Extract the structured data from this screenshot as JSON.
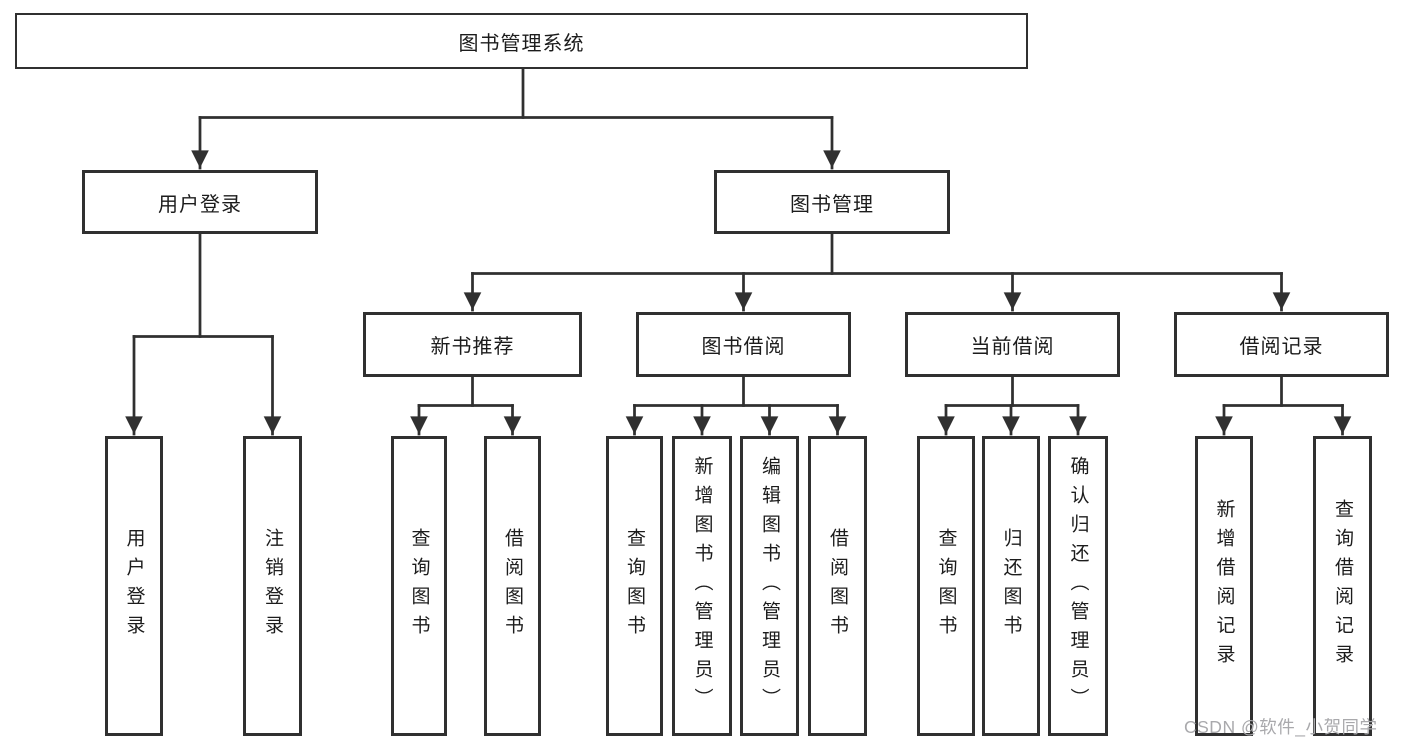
{
  "root": {
    "label": "图书管理系统"
  },
  "branches": [
    {
      "label": "用户登录",
      "children": [
        {
          "label": "用户登录"
        },
        {
          "label": "注销登录"
        }
      ]
    },
    {
      "label": "图书管理",
      "sections": [
        {
          "label": "新书推荐",
          "children": [
            {
              "label": "查询图书"
            },
            {
              "label": "借阅图书"
            }
          ]
        },
        {
          "label": "图书借阅",
          "children": [
            {
              "label": "查询图书"
            },
            {
              "label": "新增图书（管理员）"
            },
            {
              "label": "编辑图书（管理员）"
            },
            {
              "label": "借阅图书"
            }
          ]
        },
        {
          "label": "当前借阅",
          "children": [
            {
              "label": "查询图书"
            },
            {
              "label": "归还图书"
            },
            {
              "label": "确认归还（管理员）"
            }
          ]
        },
        {
          "label": "借阅记录",
          "children": [
            {
              "label": "新增借阅记录"
            },
            {
              "label": "查询借阅记录"
            }
          ]
        }
      ]
    }
  ],
  "watermark": {
    "text": "CSDN @软件_小贺同学",
    "color": "#a9a9ac"
  },
  "colors": {
    "line": "#303030",
    "box_border": "#303030",
    "text": "#1c1c1c",
    "background": "#ffffff"
  }
}
